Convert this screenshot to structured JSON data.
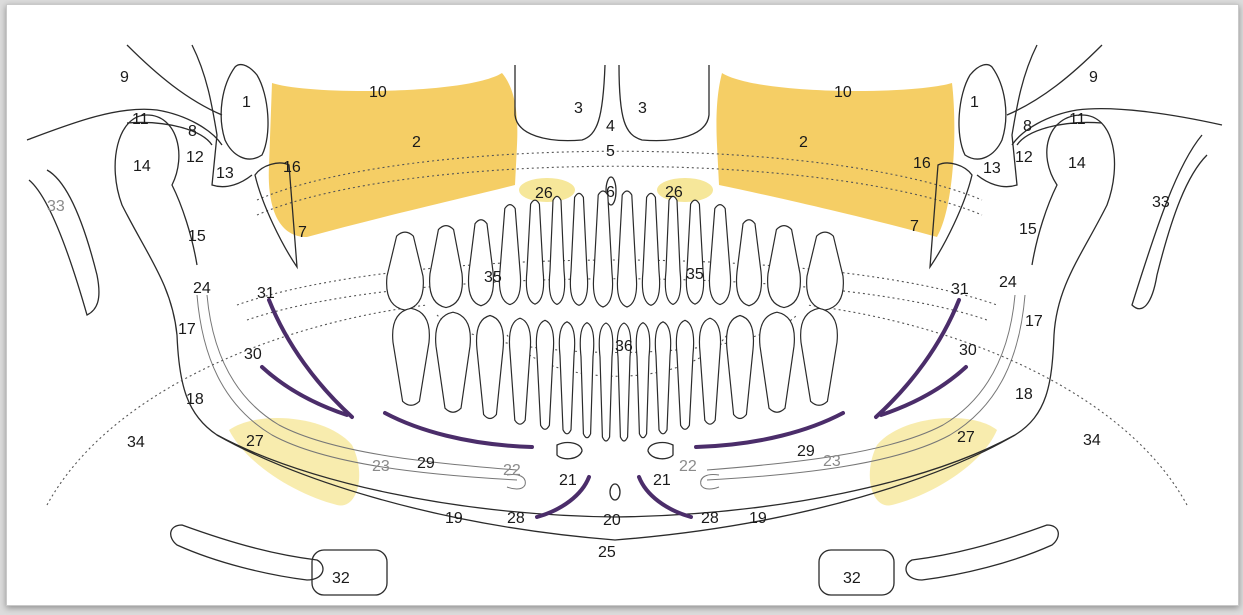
{
  "colors": {
    "sinus_fill": "#f3c64a",
    "soft_fill": "#f6e79a",
    "purple_lines": "#4b2d6a",
    "outline": "#2b2b2b"
  },
  "labels": [
    {
      "id": "n9-left",
      "text": "9"
    },
    {
      "id": "n9-right",
      "text": "9"
    },
    {
      "id": "n10-left",
      "text": "10"
    },
    {
      "id": "n10-right",
      "text": "10"
    },
    {
      "id": "n1-left",
      "text": "1"
    },
    {
      "id": "n1-right",
      "text": "1"
    },
    {
      "id": "n3-left",
      "text": "3"
    },
    {
      "id": "n3-right",
      "text": "3"
    },
    {
      "id": "n4",
      "text": "4"
    },
    {
      "id": "n5",
      "text": "5"
    },
    {
      "id": "n6",
      "text": "6"
    },
    {
      "id": "n2-left",
      "text": "2"
    },
    {
      "id": "n2-right",
      "text": "2"
    },
    {
      "id": "n11-left",
      "text": "11"
    },
    {
      "id": "n11-right",
      "text": "11"
    },
    {
      "id": "n8-left",
      "text": "8"
    },
    {
      "id": "n8-right",
      "text": "8"
    },
    {
      "id": "n12-left",
      "text": "12"
    },
    {
      "id": "n12-right",
      "text": "12"
    },
    {
      "id": "n13-left",
      "text": "13"
    },
    {
      "id": "n13-right",
      "text": "13"
    },
    {
      "id": "n14-left",
      "text": "14"
    },
    {
      "id": "n14-right",
      "text": "14"
    },
    {
      "id": "n16-left",
      "text": "16"
    },
    {
      "id": "n16-right",
      "text": "16"
    },
    {
      "id": "n33-left",
      "text": "33"
    },
    {
      "id": "n33-right",
      "text": "33"
    },
    {
      "id": "n26-left",
      "text": "26"
    },
    {
      "id": "n26-right",
      "text": "26"
    },
    {
      "id": "n15-left",
      "text": "15"
    },
    {
      "id": "n15-right",
      "text": "15"
    },
    {
      "id": "n7-left",
      "text": "7"
    },
    {
      "id": "n7-right",
      "text": "7"
    },
    {
      "id": "n35-left",
      "text": "35"
    },
    {
      "id": "n35-right",
      "text": "35"
    },
    {
      "id": "n24-left",
      "text": "24"
    },
    {
      "id": "n24-right",
      "text": "24"
    },
    {
      "id": "n31-left",
      "text": "31"
    },
    {
      "id": "n31-right",
      "text": "31"
    },
    {
      "id": "n17-left",
      "text": "17"
    },
    {
      "id": "n17-right",
      "text": "17"
    },
    {
      "id": "n36",
      "text": "36"
    },
    {
      "id": "n30-left",
      "text": "30"
    },
    {
      "id": "n30-right",
      "text": "30"
    },
    {
      "id": "n18-left",
      "text": "18"
    },
    {
      "id": "n18-right",
      "text": "18"
    },
    {
      "id": "n34-left",
      "text": "34"
    },
    {
      "id": "n34-right",
      "text": "34"
    },
    {
      "id": "n27-left",
      "text": "27"
    },
    {
      "id": "n27-right",
      "text": "27"
    },
    {
      "id": "n29-left",
      "text": "29"
    },
    {
      "id": "n29-right",
      "text": "29"
    },
    {
      "id": "n23-left",
      "text": "23"
    },
    {
      "id": "n23-right",
      "text": "23"
    },
    {
      "id": "n22-left",
      "text": "22"
    },
    {
      "id": "n22-right",
      "text": "22"
    },
    {
      "id": "n21-left",
      "text": "21"
    },
    {
      "id": "n21-right",
      "text": "21"
    },
    {
      "id": "n19-left",
      "text": "19"
    },
    {
      "id": "n19-right",
      "text": "19"
    },
    {
      "id": "n28-left",
      "text": "28"
    },
    {
      "id": "n28-right",
      "text": "28"
    },
    {
      "id": "n20",
      "text": "20"
    },
    {
      "id": "n25",
      "text": "25"
    },
    {
      "id": "n32-left",
      "text": "32"
    },
    {
      "id": "n32-right",
      "text": "32"
    }
  ]
}
